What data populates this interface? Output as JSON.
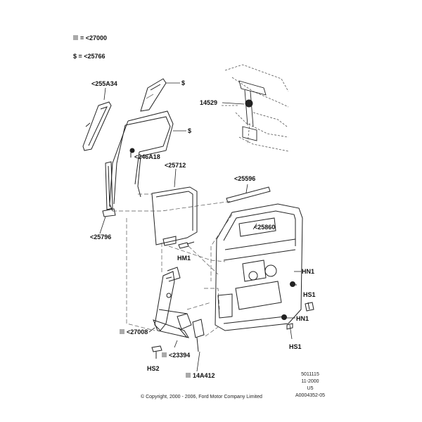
{
  "legend": {
    "gray_marker": "= <27000",
    "dollar_marker": "$ = <25766"
  },
  "callouts": {
    "p255A34": "<255A34",
    "dollar_top": "$",
    "dollar_mid": "$",
    "p14529": "14529",
    "p246A18": "<246A18",
    "p25712": "<25712",
    "p25596": "<25596",
    "p25796": "<25796",
    "p25860": "<25860",
    "pHM1": "HM1",
    "pHN1_a": "HN1",
    "pHS1_a": "HS1",
    "pHN1_b": "HN1",
    "pHS1_b": "HS1",
    "p27008": "<27008",
    "p23394": "<23394",
    "pHS2": "HS2",
    "p14A412": "14A412"
  },
  "doc_info": {
    "line1": "5011115",
    "line2": "11-2000",
    "line3": "U5",
    "line4": "A0004352-05"
  },
  "copyright": "© Copyright, 2000 - 2006, Ford Motor Company Limited",
  "colors": {
    "marker_gray": "#a9a9a9",
    "line": "#222222",
    "dash": "#555555"
  }
}
